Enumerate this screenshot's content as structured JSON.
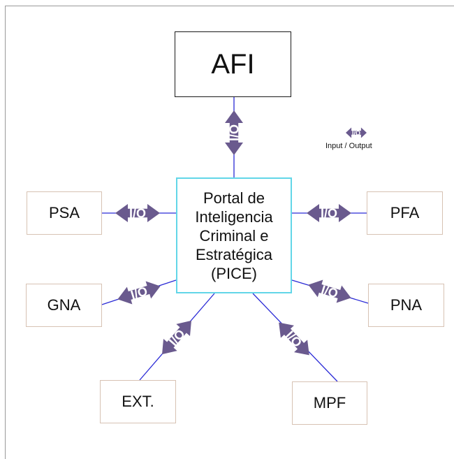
{
  "top_node": {
    "label": "AFI"
  },
  "center_node": {
    "lines": [
      "Portal de",
      "Inteligencia",
      "Criminal e",
      "Estratégica",
      "(PICE)"
    ]
  },
  "nodes": {
    "psa": "PSA",
    "pfa": "PFA",
    "gna": "GNA",
    "pna": "PNA",
    "ext": "EXT.",
    "mpf": "MPF"
  },
  "connector": {
    "label": "I/O",
    "color": "#6a5a8e"
  },
  "legend": {
    "symbol": "I/O",
    "text": "Input / Output"
  },
  "colors": {
    "line": "#2a2ad6",
    "center_border": "#62d6e8",
    "node_border": "#d7c2b3"
  }
}
